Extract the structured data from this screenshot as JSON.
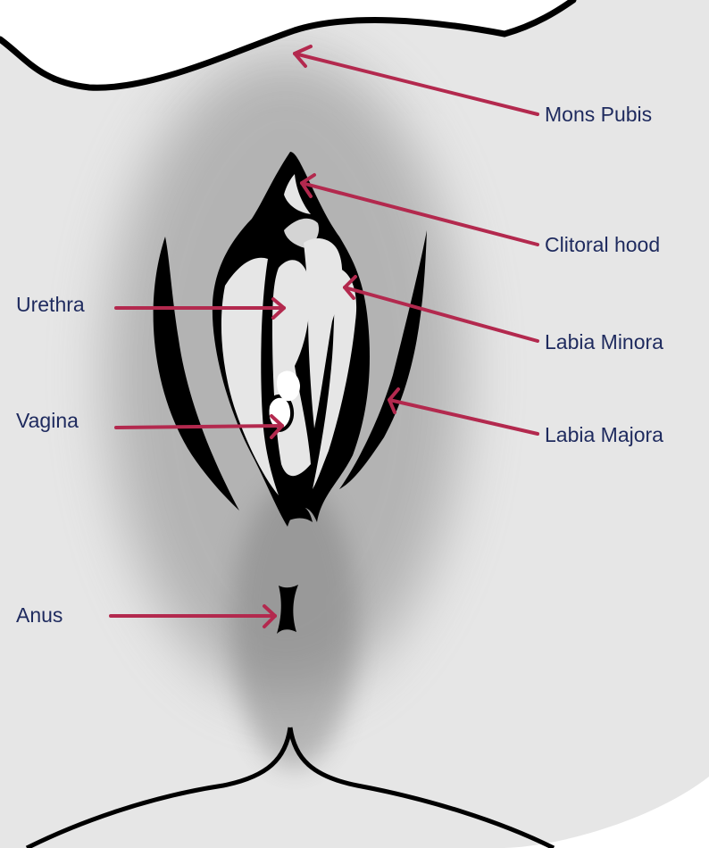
{
  "diagram": {
    "colors": {
      "label_text": "#1e2a5e",
      "arrow": "#b3294e",
      "outline": "#000000",
      "skin": "#e6e6e6",
      "shading": "#8a8a8a",
      "background": "#ffffff"
    },
    "labels": {
      "mons_pubis": "Mons Pubis",
      "clitoral_hood": "Clitoral hood",
      "labia_minora": "Labia Minora",
      "labia_majora": "Labia Majora",
      "urethra": "Urethra",
      "vagina": "Vagina",
      "anus": "Anus"
    }
  }
}
